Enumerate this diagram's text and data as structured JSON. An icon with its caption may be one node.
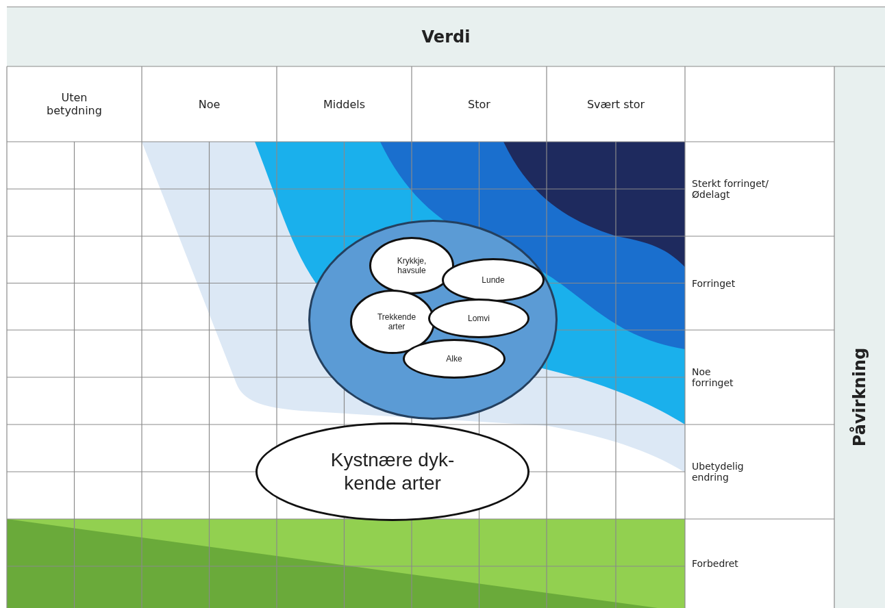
{
  "diagram": {
    "nodes": [
      {
        "text": [],
        "shape": "circle"
      },
      {
        "text": [
          "Krykkje, havsule"
        ],
        "in": 0
      },
      {
        "text": [
          "Lunde"
        ],
        "in": 0
      },
      {
        "text": [
          "Trekkende arter"
        ],
        "in": 0
      },
      {
        "text": [
          "Lomvi"
        ],
        "in": 0
      },
      {
        "text": [
          "Alke"
        ],
        "in": 0
      },
      {
        "text": [
          "Kystnære dyk- kende arter"
        ]
      }
    ],
    "labels": [
      "Verdi",
      "Uten betydning",
      "Noe",
      "Middels",
      "Stor",
      "Svært stor",
      "Sterkt forringet/ Ødelagt",
      "Forringet",
      "Noe forringet",
      "Ubetydelig endring",
      "Forbedret",
      "Påvirkning"
    ]
  }
}
